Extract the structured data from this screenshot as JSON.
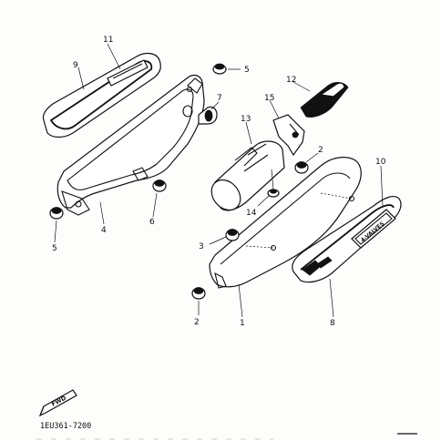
{
  "diagram": {
    "part_labels": {
      "p1": "1",
      "p2a": "2",
      "p2b": "2",
      "p3": "3",
      "p4": "4",
      "p5a": "5",
      "p5b": "5",
      "p6": "6",
      "p7": "7",
      "p8": "8",
      "p9": "9",
      "p10": "10",
      "p11": "11",
      "p12": "12",
      "p13": "13",
      "p14": "14",
      "p15": "15"
    },
    "emblem_text": "4-VALVES",
    "direction_marker": "FWD",
    "drawing_code": "1EU361-7200"
  }
}
